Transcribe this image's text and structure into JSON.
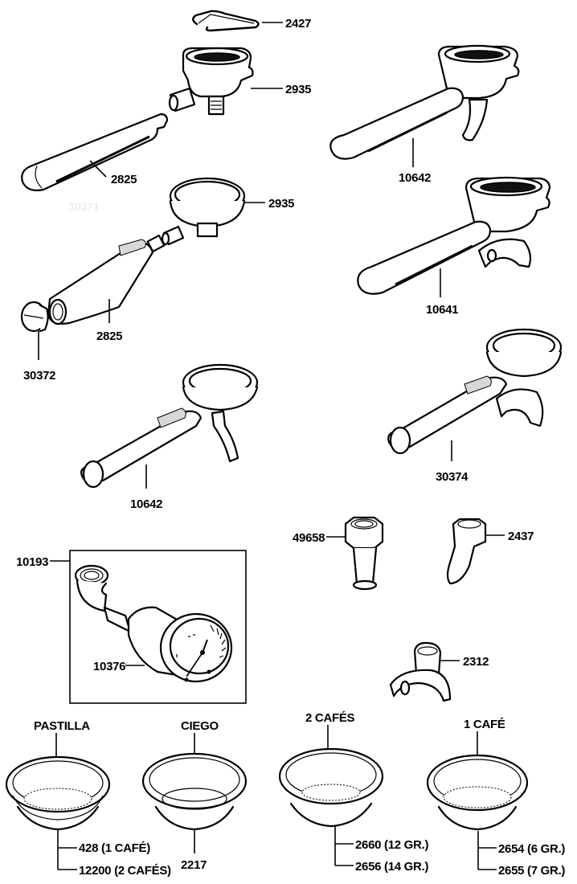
{
  "diagram": {
    "watermark": "30371",
    "parts": {
      "ring_2427": "2427",
      "body_2935_top": "2935",
      "handle_2825_top": "2825",
      "handle_10642_top": "10642",
      "body_2935_mid": "2935",
      "handle_10641": "10641",
      "handle_2825_mid": "2825",
      "cap_30372": "30372",
      "handle_10642_mid": "10642",
      "handle_30374": "30374",
      "nut_49658": "49658",
      "spout_2437": "2437",
      "gauge_box_10193": "10193",
      "gauge_10376": "10376",
      "spout_2312": "2312"
    },
    "filters": [
      {
        "title": "PASTILLA",
        "codes": [
          "428 (1 CAFÉ)",
          "12200 (2 CAFÉS)"
        ]
      },
      {
        "title": "CIEGO",
        "codes": [
          "2217"
        ]
      },
      {
        "title": "2 CAFÉS",
        "codes": [
          "2660 (12 GR.)",
          "2656 (14 GR.)"
        ]
      },
      {
        "title": "1 CAFÉ",
        "codes": [
          "2654 (6 GR.)",
          "2655 (7 GR.)"
        ]
      }
    ],
    "colors": {
      "ink": "#000000",
      "paper": "#ffffff",
      "watermark": "#ececec"
    }
  }
}
